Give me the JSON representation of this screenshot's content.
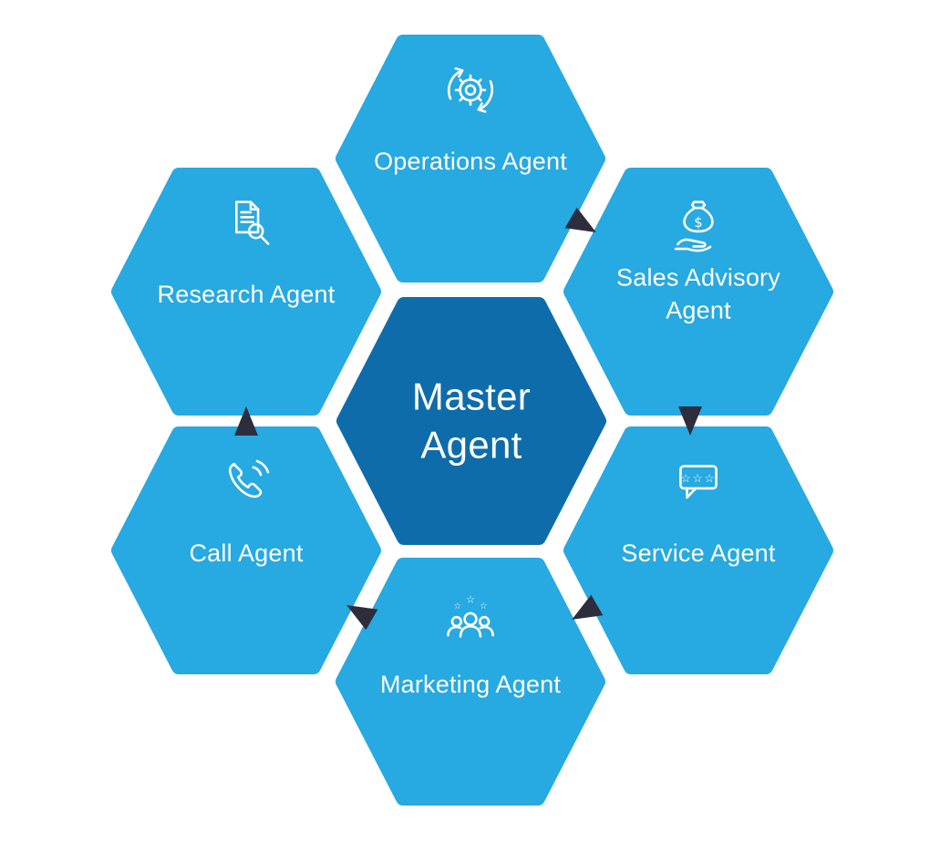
{
  "diagram": {
    "center": {
      "id": "master",
      "label": "Master Agent"
    },
    "nodes": [
      {
        "id": "operations",
        "label": "Operations Agent",
        "icon": "gear-sync-icon"
      },
      {
        "id": "sales-advisory",
        "label": "Sales Advisory Agent",
        "icon": "money-bag-hand-icon"
      },
      {
        "id": "service",
        "label": "Service Agent",
        "icon": "chat-stars-icon"
      },
      {
        "id": "marketing",
        "label": "Marketing Agent",
        "icon": "audience-stars-icon"
      },
      {
        "id": "call",
        "label": "Call Agent",
        "icon": "phone-waves-icon"
      },
      {
        "id": "research",
        "label": "Research Agent",
        "icon": "document-magnifier-icon"
      }
    ],
    "flow": [
      "operations -> sales-advisory",
      "sales-advisory -> service",
      "service -> marketing",
      "marketing -> call",
      "call -> research"
    ],
    "icons": {
      "dollar": "$",
      "stars": "☆☆☆",
      "star": "☆"
    },
    "colors": {
      "outer-hex": "#27A9E1",
      "center-hex": "#0E6CAB",
      "arrow": "#2E2D3D",
      "label": "#FFFFFF",
      "background": "#FFFFFF"
    }
  }
}
